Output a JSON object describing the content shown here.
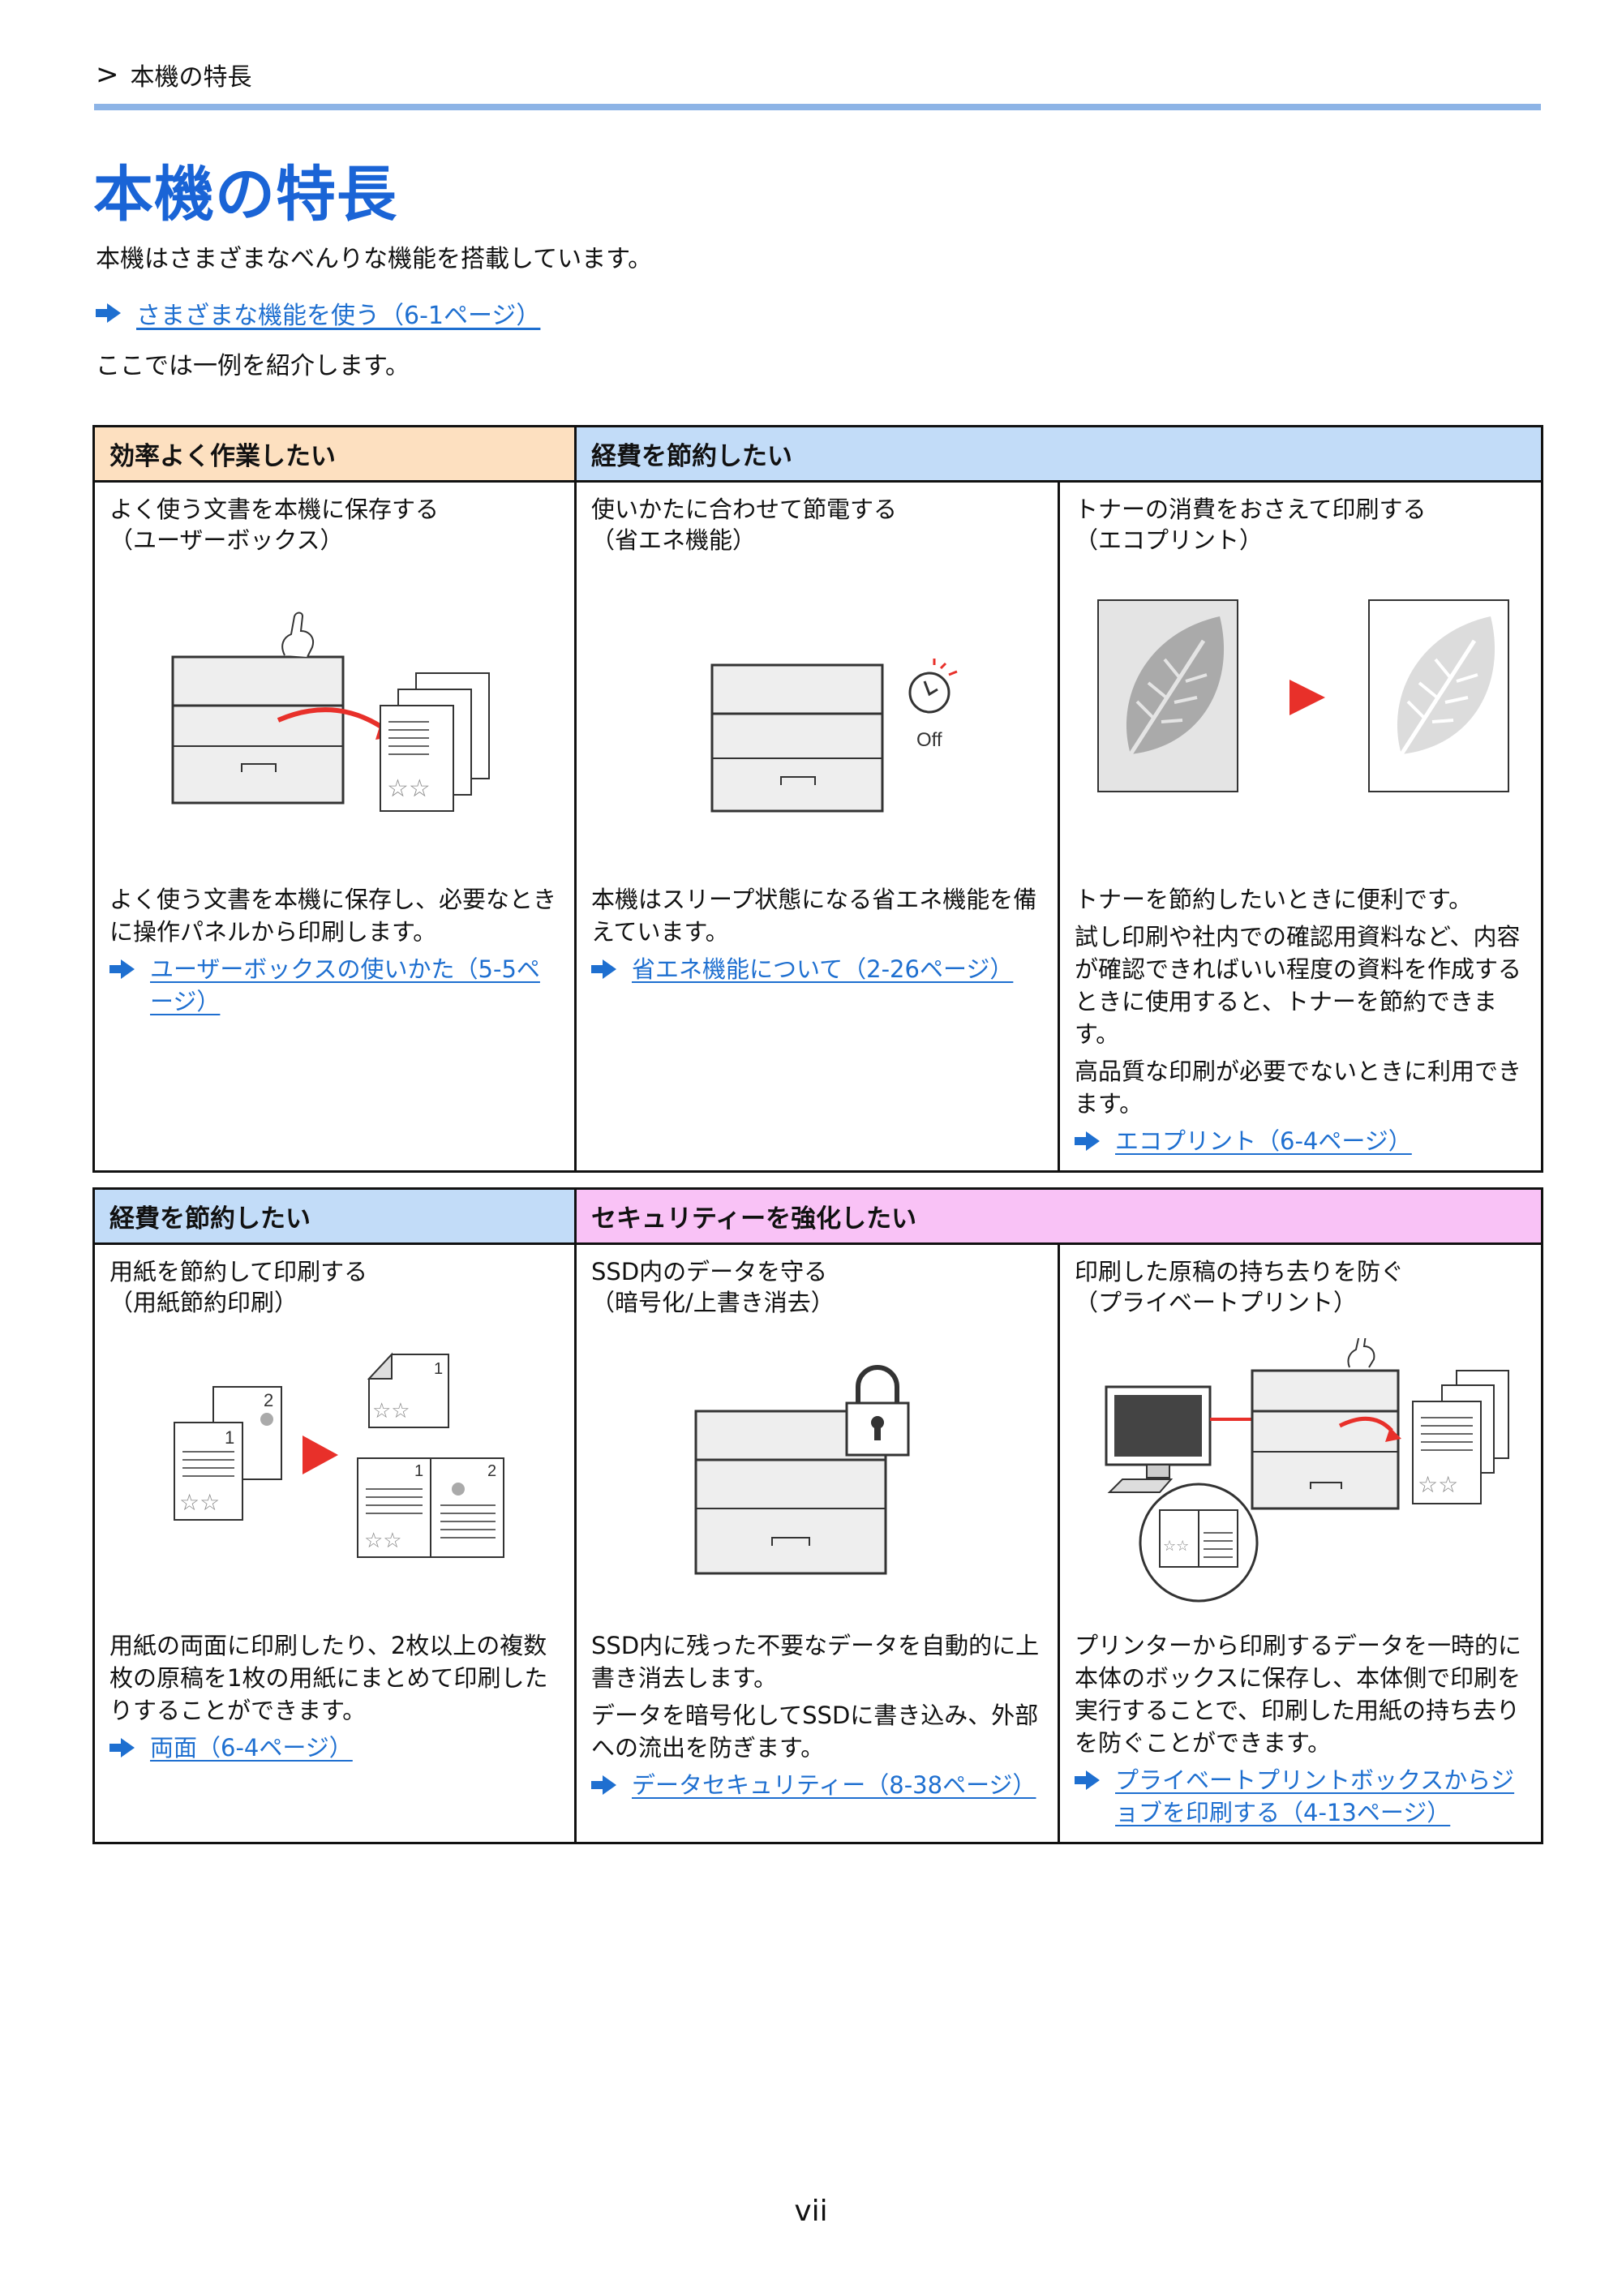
{
  "breadcrumb": {
    "text": "本機の特長"
  },
  "title": "本機の特長",
  "intro": "本機はさまざまなべんりな機能を搭載しています。",
  "intro_link": "さまざまな機能を使う（6-1ページ）",
  "intro2": "ここでは一例を紹介します。",
  "table1": {
    "headers": [
      "効率よく作業したい",
      "経費を節約したい"
    ],
    "cells": [
      {
        "title1": "よく使う文書を本機に保存する",
        "title2": "（ユーザーボックス）",
        "desc": [
          "よく使う文書を本機に保存し、必要なときに操作パネルから印刷します。"
        ],
        "link": "ユーザーボックスの使いかた（5-5ページ）"
      },
      {
        "title1": "使いかたに合わせて節電する",
        "title2": "（省エネ機能）",
        "img_label": "Off",
        "desc": [
          "本機はスリープ状態になる省エネ機能を備えています。"
        ],
        "link": "省エネ機能について（2-26ページ）"
      },
      {
        "title1": "トナーの消費をおさえて印刷する",
        "title2": "（エコプリント）",
        "desc": [
          "トナーを節約したいときに便利です。",
          "試し印刷や社内での確認用資料など、内容が確認できればいい程度の資料を作成するときに使用すると、トナーを節約できます。",
          "高品質な印刷が必要でないときに利用できます。"
        ],
        "link": "エコプリント（6-4ページ）"
      }
    ]
  },
  "table2": {
    "headers": [
      "経費を節約したい",
      "セキュリティーを強化したい"
    ],
    "cells": [
      {
        "title1": "用紙を節約して印刷する",
        "title2": "（用紙節約印刷）",
        "desc": [
          "用紙の両面に印刷したり、2枚以上の複数枚の原稿を1枚の用紙にまとめて印刷したりすることができます。"
        ],
        "link": "両面（6-4ページ）"
      },
      {
        "title1": "SSD内のデータを守る",
        "title2": "（暗号化/上書き消去）",
        "desc": [
          "SSD内に残った不要なデータを自動的に上書き消去します。",
          "データを暗号化してSSDに書き込み、外部への流出を防ぎます。"
        ],
        "link": "データセキュリティー（8-38ページ）"
      },
      {
        "title1": "印刷した原稿の持ち去りを防ぐ",
        "title2": "（プライベートプリント）",
        "desc": [
          "プリンターから印刷するデータを一時的に本体のボックスに保存し、本体側で印刷を実行することで、印刷した用紙の持ち去りを防ぐことができます。"
        ],
        "link": "プライベートプリントボックスからジョブを印刷する（4-13ページ）"
      }
    ]
  },
  "page_number": "vii",
  "colors": {
    "accent": "#1a64d6",
    "link": "#1e6fd0",
    "rule": "#8db4e6",
    "orange": "#fde0c0",
    "blue": "#c2dcf8",
    "pink": "#f9c2f6",
    "red_arrow": "#e8302a"
  }
}
